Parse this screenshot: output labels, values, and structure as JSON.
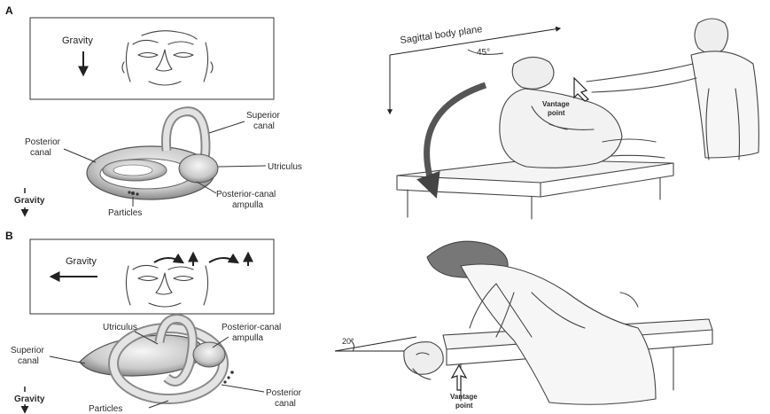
{
  "panel_a": {
    "letter": "A",
    "face_box_gravity": "Gravity",
    "canal_labels": {
      "superior": [
        "Superior",
        "canal"
      ],
      "posterior": [
        "Posterior",
        "canal"
      ],
      "utriculus": "Utriculus",
      "ampulla": [
        "Posterior-canal",
        "ampulla"
      ],
      "particles": "Particles"
    },
    "gravity_small": "Gravity",
    "plane_label": "Sagittal body plane",
    "angle_label": "45°",
    "vantage": [
      "Vantage",
      "point"
    ]
  },
  "panel_b": {
    "letter": "B",
    "face_box_gravity": "Gravity",
    "canal_labels": {
      "utriculus": "Utriculus",
      "ampulla": [
        "Posterior-canal",
        "ampulla"
      ],
      "superior": [
        "Superior",
        "canal"
      ],
      "posterior": [
        "Posterior",
        "canal"
      ],
      "particles": "Particles"
    },
    "gravity_small": "Gravity",
    "angle_label": "20°",
    "vantage": [
      "Vantage",
      "point"
    ]
  }
}
